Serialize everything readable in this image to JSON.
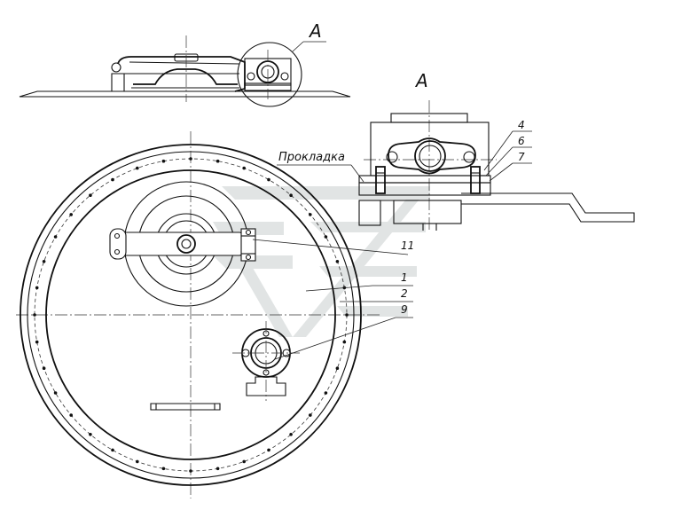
{
  "drawing": {
    "view_letter_top": "A",
    "view_letter_detail": "A",
    "gasket_label": "Прокладка",
    "callouts": {
      "c4": "4",
      "c6": "6",
      "c7": "7",
      "c11": "11",
      "c1": "1",
      "c2": "2",
      "c9": "9"
    }
  },
  "colors": {
    "line": "#111111",
    "watermark": "#c9cfcf",
    "background": "#ffffff"
  }
}
